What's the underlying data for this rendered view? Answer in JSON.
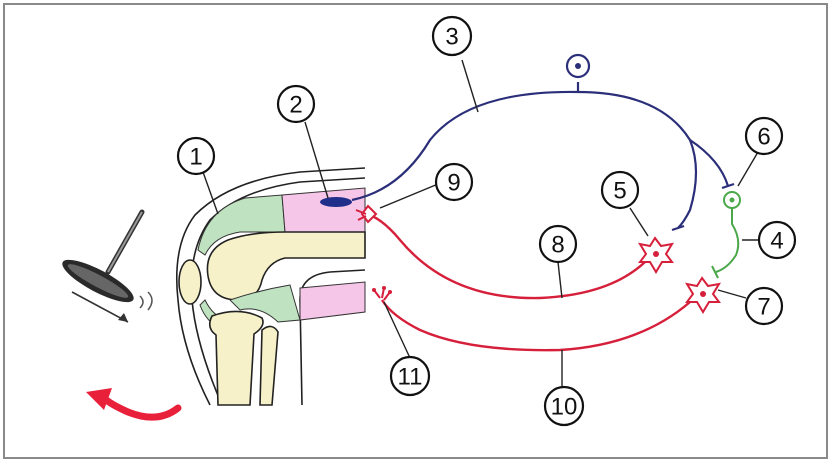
{
  "labels": [
    "1",
    "2",
    "3",
    "4",
    "5",
    "6",
    "7",
    "8",
    "9",
    "10",
    "11"
  ],
  "colors": {
    "afferent_nerve": "#2b2f7a",
    "efferent_nerve": "#d61f3a",
    "interneuron": "#4aa84a",
    "muscle_green": "#bfe3c0",
    "muscle_pink": "#f6c6e8",
    "bone": "#f6f1c8",
    "arrow": "#e8203a"
  },
  "icons": [
    "reflex-hammer-icon",
    "movement-arrow-icon"
  ]
}
